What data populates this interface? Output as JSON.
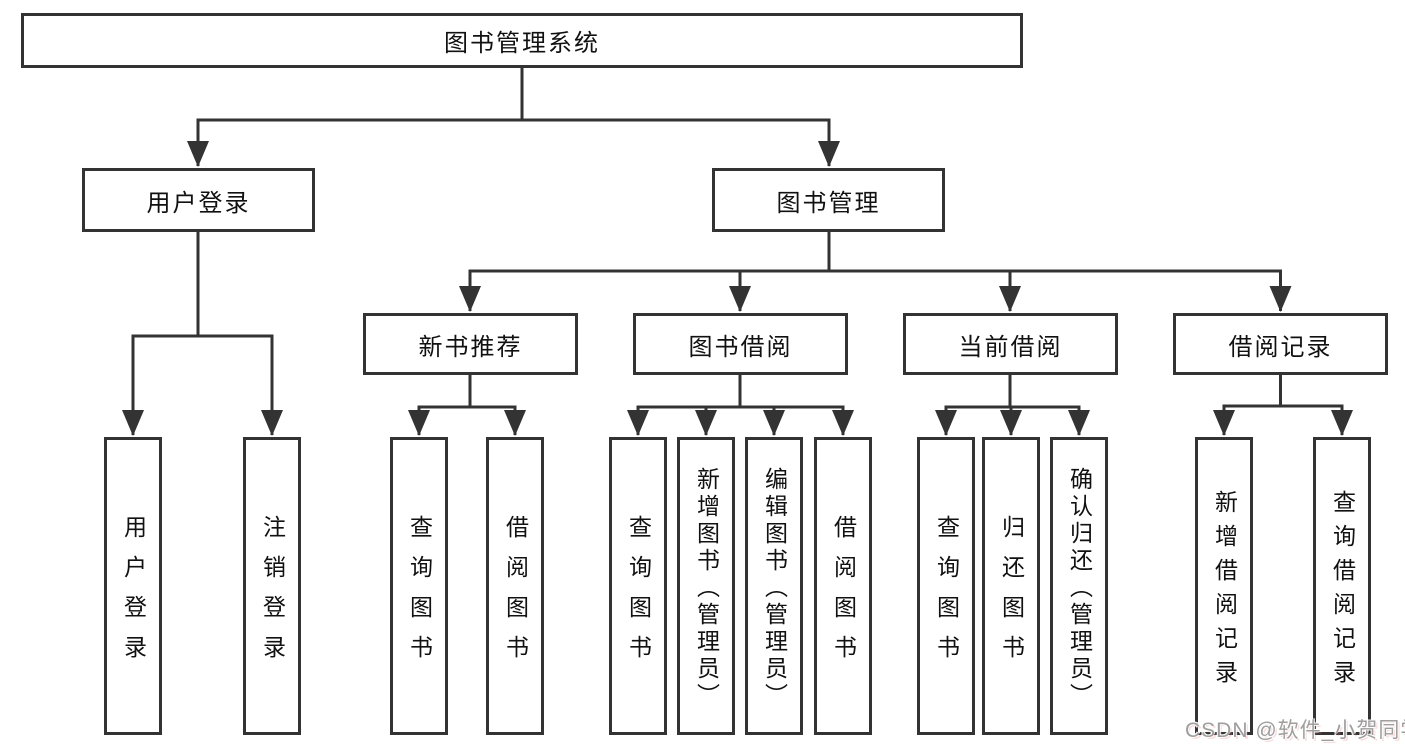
{
  "diagram": {
    "root": "图书管理系统",
    "level2": [
      "用户登录",
      "图书管理"
    ],
    "level3": [
      "新书推荐",
      "图书借阅",
      "当前借阅",
      "借阅记录"
    ],
    "user_login_children": [
      "用户登录",
      "注销登录"
    ],
    "new_book_children": [
      "查询图书",
      "借阅图书"
    ],
    "book_borrow_children": [
      "查询图书",
      "新增图书（管理员）",
      "编辑图书（管理员）",
      "借阅图书"
    ],
    "current_borrow_children": [
      "查询图书",
      "归还图书",
      "确认归还（管理员）"
    ],
    "borrow_record_children": [
      "新增借阅记录",
      "查询借阅记录"
    ]
  },
  "watermark": {
    "text": "CSDN @软件_小贺同学"
  },
  "colors": {
    "line": "#333333",
    "text": "#111111",
    "watermark": "#9e9e9e",
    "background": "#ffffff"
  }
}
